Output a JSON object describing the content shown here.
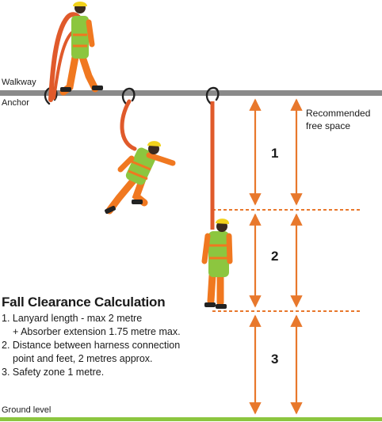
{
  "labels": {
    "walkway": "Walkway",
    "anchor": "Anchor",
    "recommended": [
      "Recommended",
      "free space"
    ],
    "ground": "Ground level",
    "zones": [
      "1",
      "2",
      "3"
    ]
  },
  "calculation": {
    "title": "Fall Clearance Calculation",
    "lines": [
      "1. Lanyard length - max 2 metre",
      "+ Absorber extension 1.75 metre max.",
      "2. Distance between harness connection",
      "point and feet, 2 metres approx.",
      "3. Safety zone 1 metre."
    ]
  },
  "colors": {
    "walkway": "#8a8a8a",
    "ground": "#8cc63f",
    "arrow": "#e8782c",
    "lanyard": "#e05a2b",
    "vest": "#8cc63f",
    "suit": "#f07820",
    "helmet": "#f2d21b"
  },
  "icons": [
    "worker-walking-figure",
    "worker-falling-figure",
    "worker-suspended-figure",
    "snap-hook-icon"
  ]
}
